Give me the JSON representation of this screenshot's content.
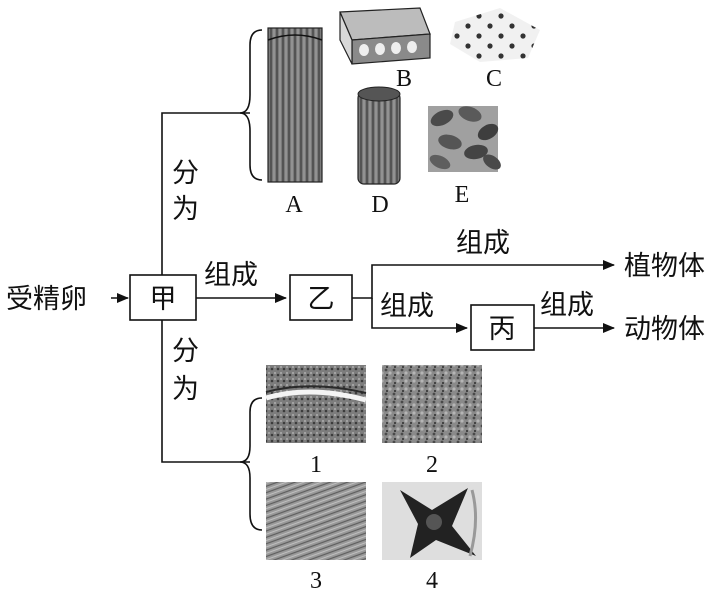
{
  "nodes": {
    "fertilized_egg": "受精卵",
    "jia": "甲",
    "yi": "乙",
    "bing": "丙",
    "plant": "植物体",
    "animal": "动物体"
  },
  "edges": {
    "divide_top": [
      "分",
      "为"
    ],
    "divide_bottom": [
      "分",
      "为"
    ],
    "form_jia_yi": "组成",
    "form_yi_plant": "组成",
    "form_yi_bing": "组成",
    "form_bing_animal": "组成"
  },
  "plant_tissues": [
    "A",
    "B",
    "C",
    "D",
    "E"
  ],
  "animal_tissues": [
    "1",
    "2",
    "3",
    "4"
  ]
}
